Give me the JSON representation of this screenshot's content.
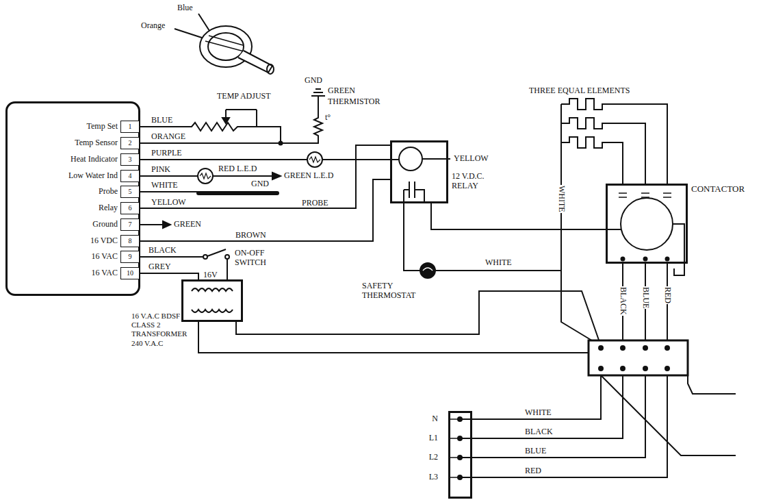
{
  "diagram": {
    "nodes": [
      {
        "text": [
          "Temp Set",
          "Temp Sensor",
          "Heat Indicator",
          "Low Water Ind",
          "Probe",
          "Relay",
          "Ground",
          "16 VDC",
          "16 VAC",
          "16 VAC"
        ]
      },
      {
        "text": [
          "1"
        ],
        "in": 0
      },
      {
        "text": [
          "2"
        ],
        "in": 0
      },
      {
        "text": [
          "3"
        ],
        "in": 0
      },
      {
        "text": [
          "4"
        ],
        "in": 0
      },
      {
        "text": [
          "5"
        ],
        "in": 0
      },
      {
        "text": [
          "6"
        ],
        "in": 0
      },
      {
        "text": [
          "7"
        ],
        "in": 0
      },
      {
        "text": [
          "8"
        ],
        "in": 0
      },
      {
        "text": [
          "9"
        ],
        "in": 0
      },
      {
        "text": [
          "10"
        ],
        "in": 0
      },
      {
        "text": [
          "12 V.D.C. RELAY"
        ]
      },
      {
        "text": [
          "CONTACTOR"
        ]
      },
      {
        "text": [
          "16 V.A.C BDSF CLASS 2 TRANSFORMER 240 V.A.C"
        ]
      },
      {
        "text": [
          "N",
          "L1",
          "L2",
          "L3"
        ]
      }
    ],
    "edges": [
      {
        "from": 6,
        "to": 11,
        "arrow": "none",
        "label": "YELLOW"
      },
      {
        "from": 8,
        "to": 11,
        "arrow": "none",
        "label": "BROWN"
      },
      {
        "from": 11,
        "to": 12,
        "arrow": "none"
      }
    ],
    "labels": [
      "Blue",
      "Orange",
      "TEMP ADJUST",
      "GND",
      "GREEN",
      "THERMISTOR",
      "t°",
      "BLUE",
      "ORANGE",
      "PURPLE",
      "PINK",
      "RED L.E.D",
      "GND",
      "GREEN L.E.D",
      "WHITE",
      "PROBE",
      "GREEN",
      "BLACK",
      "ON-OFF SWITCH",
      "GREY",
      "16V",
      "YELLOW",
      "SAFETY THERMOSTAT",
      "WHITE",
      "THREE EQUAL ELEMENTS",
      "WHITE",
      "BLACK",
      "BLUE",
      "RED",
      "WHITE",
      "BLACK",
      "BLUE",
      "RED"
    ]
  }
}
